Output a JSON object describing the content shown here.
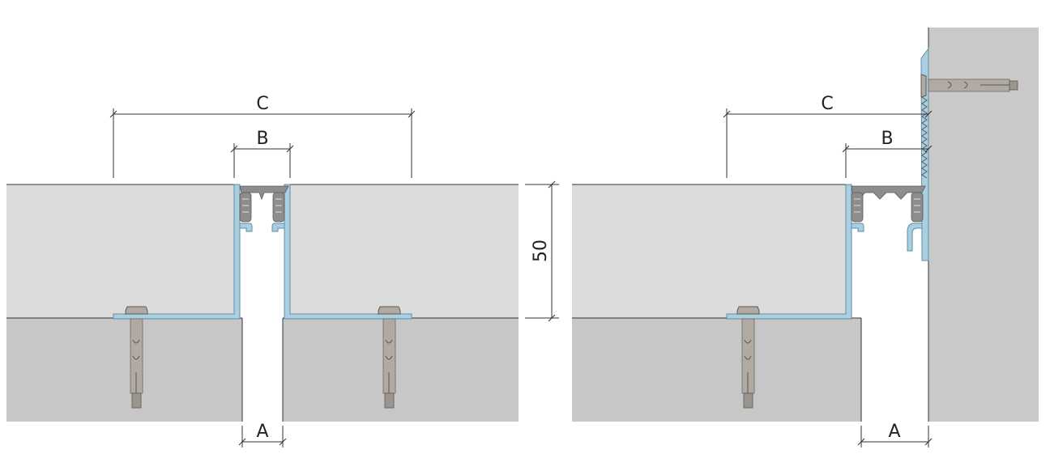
{
  "labels": {
    "left": {
      "c": "C",
      "b": "B",
      "a": "A",
      "height": "50"
    },
    "right": {
      "c": "C",
      "b": "B",
      "a": "A"
    }
  },
  "colors": {
    "screed": "#dcdcdc",
    "concrete": "#c7c7c7",
    "wall": "#c9c9c9",
    "profile": "#a9cfe0",
    "profile_stroke": "#5f8fa3",
    "insert": "#8d8d8d",
    "anchor": "#b0aaa3",
    "line": "#333333"
  }
}
